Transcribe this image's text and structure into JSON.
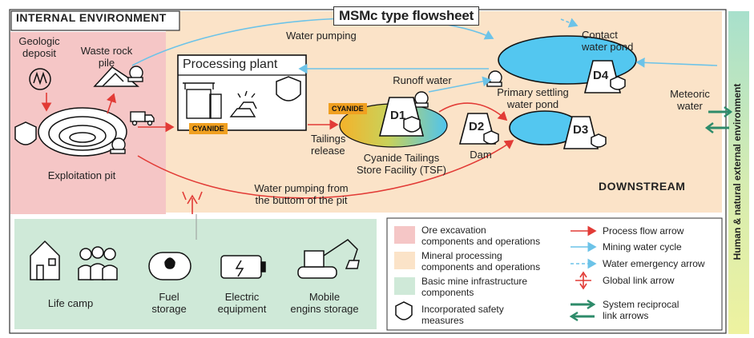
{
  "header": {
    "title": "MSMc type flowsheet",
    "internal_environment": "INTERNAL ENVIRONMENT",
    "downstream": "DOWNSTREAM",
    "external_environment": "Human & natural external environment"
  },
  "nodes": {
    "geologic_deposit": [
      "Geologic",
      "deposit"
    ],
    "waste_rock_pile": [
      "Waste rock",
      "pile"
    ],
    "exploitation_pit": "Exploitation pit",
    "processing_plant": "Processing plant",
    "cyanide": "CYANIDE",
    "tailings_release": [
      "Tailings",
      "release"
    ],
    "runoff_water": "Runoff water",
    "tsf": [
      "Cyanide Tailings",
      "Store Facility (TSF)"
    ],
    "primary_settling": [
      "Primary settling",
      "water pond"
    ],
    "contact_water_pond": [
      "Contact",
      "water pond"
    ],
    "meteoric_water": [
      "Meteoric",
      "water"
    ],
    "dam": "Dam",
    "dams": [
      "D1",
      "D2",
      "D3",
      "D4"
    ]
  },
  "flows": {
    "water_pumping": "Water pumping",
    "water_pumping_pit": [
      "Water pumping from",
      "the buttom of the pit"
    ]
  },
  "infrastructure": {
    "life_camp": "Life camp",
    "fuel_storage": [
      "Fuel",
      "storage"
    ],
    "electric_equipment": [
      "Electric",
      "equipment"
    ],
    "mobile_engins": [
      "Mobile",
      "engins storage"
    ]
  },
  "legend": {
    "zones": [
      {
        "label": [
          "Ore excavation",
          "components and operations"
        ],
        "color": "#f5c6c6"
      },
      {
        "label": [
          "Mineral processing",
          "components and operations"
        ],
        "color": "#fbe3c8"
      },
      {
        "label": [
          "Basic mine infrastructure",
          "components"
        ],
        "color": "#cfe9d8"
      },
      {
        "label": [
          "Incorporated safety",
          "measures"
        ],
        "color": ""
      }
    ],
    "arrows": [
      {
        "label": "Process flow arrow",
        "color": "#e23b36"
      },
      {
        "label": "Mining water cycle",
        "color": "#6cc3e8"
      },
      {
        "label": "Water emergency arrow",
        "color": "#6cc3e8"
      },
      {
        "label": "Global link arrow",
        "color": "#e23b36"
      },
      {
        "label": [
          "System reciprocal",
          "link arrows"
        ],
        "color": "#2e8b6a"
      }
    ]
  },
  "colors": {
    "ore_zone": "#f5c6c6",
    "processing_zone": "#fbe3c8",
    "infrastructure_zone": "#cfe9d8",
    "water_blue": "#53c7f0",
    "process_red": "#e23b36",
    "cycle_blue": "#6cc3e8",
    "reciprocal_green": "#2e8b6a",
    "cyanide_orange": "#f0a020"
  }
}
